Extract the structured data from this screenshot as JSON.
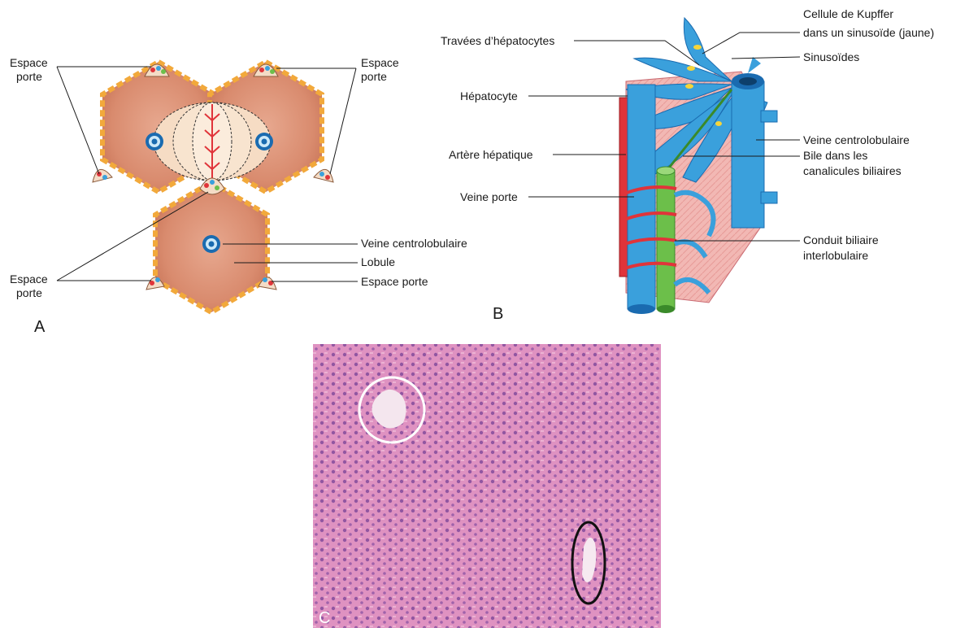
{
  "panel_a": {
    "letter": "A",
    "labels": {
      "espace_porte_top_left_1": "Espace",
      "espace_porte_top_left_2": "porte",
      "espace_porte_top_right_1": "Espace",
      "espace_porte_top_right_2": "porte",
      "espace_porte_bottom_left_1": "Espace",
      "espace_porte_bottom_left_2": "porte",
      "veine_centrolobulaire": "Veine centrolobulaire",
      "lobule": "Lobule",
      "espace_porte_bottom_right": "Espace porte"
    }
  },
  "panel_b": {
    "letter": "B",
    "labels": {
      "kupffer_1": "Cellule de Kupffer",
      "kupffer_2": "dans un sinusoïde (jaune)",
      "travees": "Travées d’hépatocytes",
      "sinusoides": "Sinusoïdes",
      "hepatocyte": "Hépatocyte",
      "veine_centrolobulaire": "Veine centrolobulaire",
      "artere_hepatique": "Artère hépatique",
      "bile_1": "Bile dans les",
      "bile_2": "canalicules biliaires",
      "veine_porte": "Veine porte",
      "conduit_1": "Conduit biliaire",
      "conduit_2": "interlobulaire"
    }
  },
  "panel_c": {
    "letter": "C"
  },
  "colors": {
    "lobule": "#d98b6e",
    "hex_border": "#f2a93b",
    "vein_blue": "#3aa0dc",
    "artery_red": "#e0343a",
    "bile_green": "#6cbf4a",
    "histology_pink": "#d67bb0",
    "nucleus_purple": "#6a3a8c"
  }
}
